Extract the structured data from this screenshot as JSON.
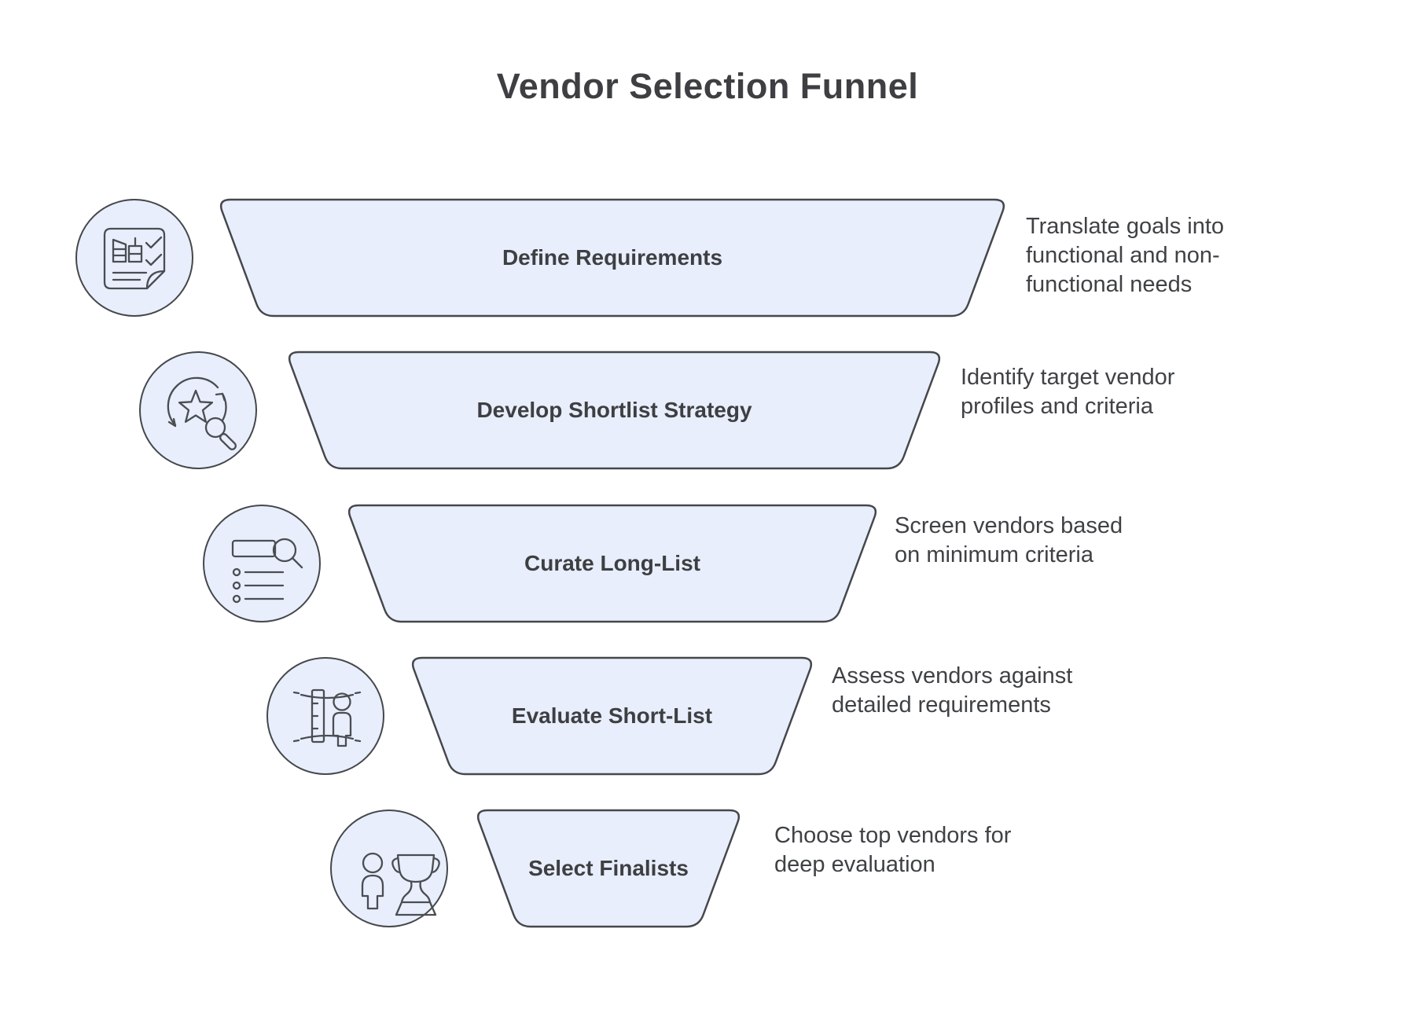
{
  "title": "Vendor Selection Funnel",
  "colors": {
    "background": "#FFFFFF",
    "funnel_fill": "#E8EEFB",
    "outline": "#45474B",
    "heading_text": "#3D3F42",
    "body_text": "#3F4245"
  },
  "stages": [
    {
      "label": "Define Requirements",
      "icon": "document-checklist-icon",
      "description": "Translate goals into functional and non-functional needs",
      "description_lines": [
        "Translate goals into",
        "functional and non-",
        "functional needs"
      ]
    },
    {
      "label": "Develop Shortlist Strategy",
      "icon": "star-refresh-search-icon",
      "description": "Identify target vendor profiles and criteria",
      "description_lines": [
        "Identify target vendor",
        "profiles and criteria"
      ]
    },
    {
      "label": "Curate Long-List",
      "icon": "list-search-icon",
      "description": "Screen vendors based on minimum criteria",
      "description_lines": [
        "Screen vendors based",
        "on minimum criteria"
      ]
    },
    {
      "label": "Evaluate Short-List",
      "icon": "measure-person-icon",
      "description": "Assess vendors against detailed requirements",
      "description_lines": [
        "Assess vendors against",
        "detailed requirements"
      ]
    },
    {
      "label": "Select Finalists",
      "icon": "person-trophy-icon",
      "description": "Choose top vendors for deep evaluation",
      "description_lines": [
        "Choose top vendors for",
        "deep evaluation"
      ]
    }
  ]
}
